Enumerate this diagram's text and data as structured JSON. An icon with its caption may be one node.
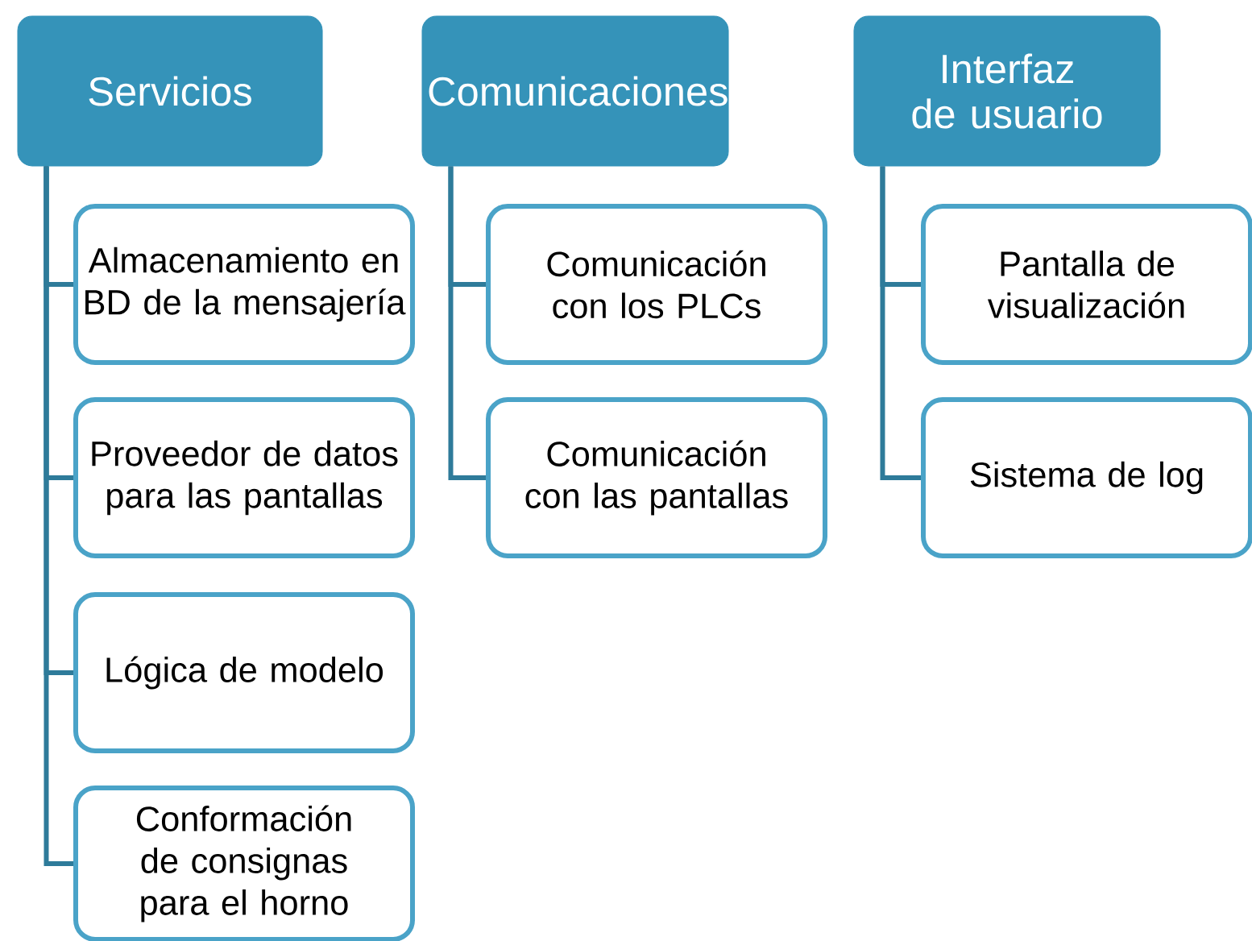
{
  "diagram": {
    "nodes": [
      {
        "text": [
          "Servicios"
        ]
      },
      {
        "text": [
          "Almacenamiento en BD de la mensajería"
        ]
      },
      {
        "text": [
          "Proveedor de datos para las pantallas"
        ]
      },
      {
        "text": [
          "Lógica de modelo"
        ]
      },
      {
        "text": [
          "Conformación de consignas para el horno"
        ]
      },
      {
        "text": [
          "Comunicaciones"
        ]
      },
      {
        "text": [
          "Comunicación con los PLCs"
        ]
      },
      {
        "text": [
          "Comunicación con las pantallas"
        ]
      },
      {
        "text": [
          "Interfaz de usuario"
        ]
      },
      {
        "text": [
          "Pantalla de visualización"
        ]
      },
      {
        "text": [
          "Sistema de log"
        ]
      }
    ],
    "edges": [
      {
        "from": 0,
        "to": 1,
        "arrow": "none"
      },
      {
        "from": 0,
        "to": 2,
        "arrow": "none"
      },
      {
        "from": 0,
        "to": 3,
        "arrow": "none"
      },
      {
        "from": 0,
        "to": 4,
        "arrow": "none"
      },
      {
        "from": 5,
        "to": 6,
        "arrow": "none"
      },
      {
        "from": 5,
        "to": 7,
        "arrow": "none"
      },
      {
        "from": 8,
        "to": 9,
        "arrow": "none"
      },
      {
        "from": 8,
        "to": 10,
        "arrow": "none"
      }
    ]
  }
}
